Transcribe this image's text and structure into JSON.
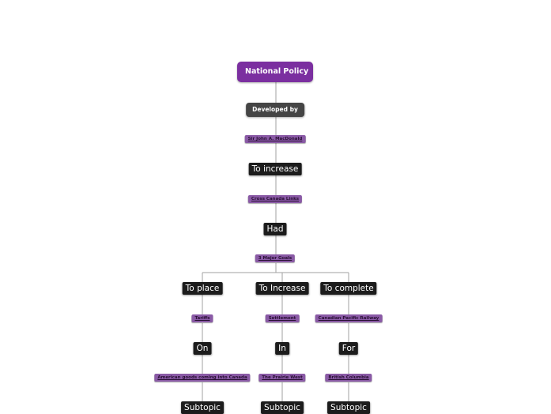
{
  "nodes": {
    "root": "National Policy",
    "developed_by": "Developed by",
    "macdonald": "Sir John A. MacDonald",
    "to_increase": "To increase",
    "cross_canada": "Cross Canada Links",
    "had": "Had",
    "goals": "3 Major Goals",
    "branch1": {
      "verb": "To place",
      "object": "Tariffs",
      "prep": "On",
      "target": "American goods coming into Canada",
      "subtopic": "Subtopic"
    },
    "branch2": {
      "verb": "To Increase",
      "object": "Settlement",
      "prep": "In",
      "target": "The Prairie West",
      "subtopic": "Subtopic"
    },
    "branch3": {
      "verb": "To complete",
      "object": "Canadian Pacific Railway",
      "prep": "For",
      "target": "British Columbia",
      "subtopic": "Subtopic"
    }
  },
  "colors": {
    "root": "#7b2fa0",
    "grey_node": "#454545",
    "purple_node": "#8a5aa6",
    "black_node": "#1c1c1c",
    "connector": "#999999"
  }
}
